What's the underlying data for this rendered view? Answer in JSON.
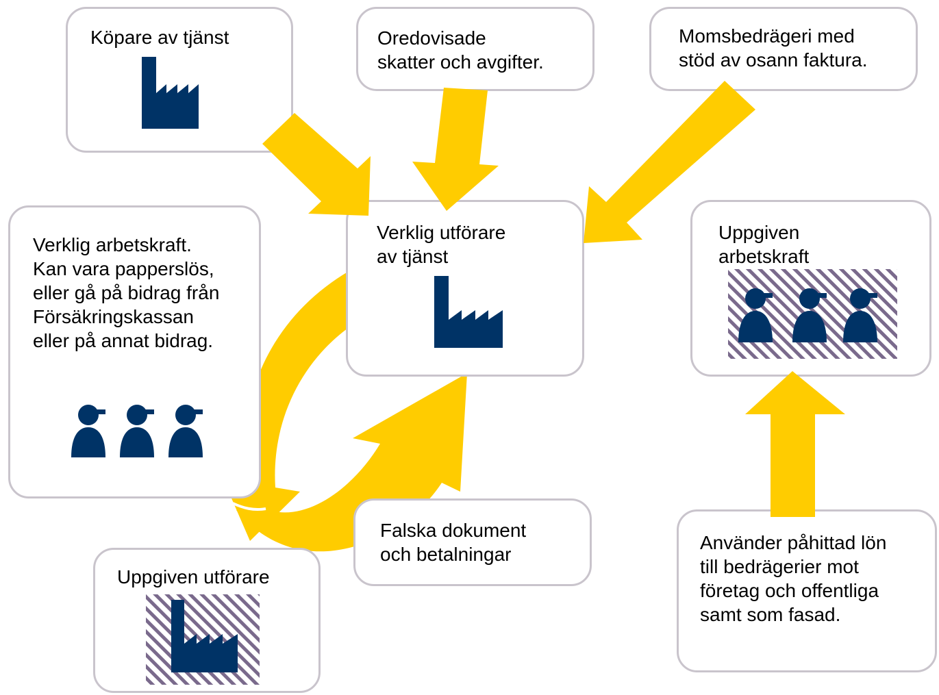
{
  "colors": {
    "arrow": "#FFCC00",
    "icon": "#003366",
    "box_border": "#C9C4CC",
    "hatch": "#7A6A8C"
  },
  "nodes": {
    "buyer": {
      "label": "Köpare av tjänst",
      "icon": "factory-icon"
    },
    "taxes": {
      "label": "Oredovisade\nskatter och avgifter."
    },
    "vat_fraud": {
      "label": "Momsbedrägeri med\nstöd av osann faktura."
    },
    "real_labor": {
      "label": "Verklig arbetskraft.\nKan vara papperslös,\neller gå på bidrag från\nFörsäkringskassan\neller på annat bidrag.",
      "icon": "workers-icon"
    },
    "real_performer": {
      "label": "Verklig utförare\nav tjänst",
      "icon": "factory-icon"
    },
    "stated_labor": {
      "label": "Uppgiven\narbetskraft",
      "icon": "workers-icon"
    },
    "fake_docs": {
      "label": "Falska dokument\noch betalningar"
    },
    "stated_performer": {
      "label": "Uppgiven utförare",
      "icon": "factory-icon"
    },
    "uses_fake_salary": {
      "label": "Använder påhittad lön\ntill bedrägerier mot\nföretag och offentliga\nsamt som fasad."
    }
  }
}
